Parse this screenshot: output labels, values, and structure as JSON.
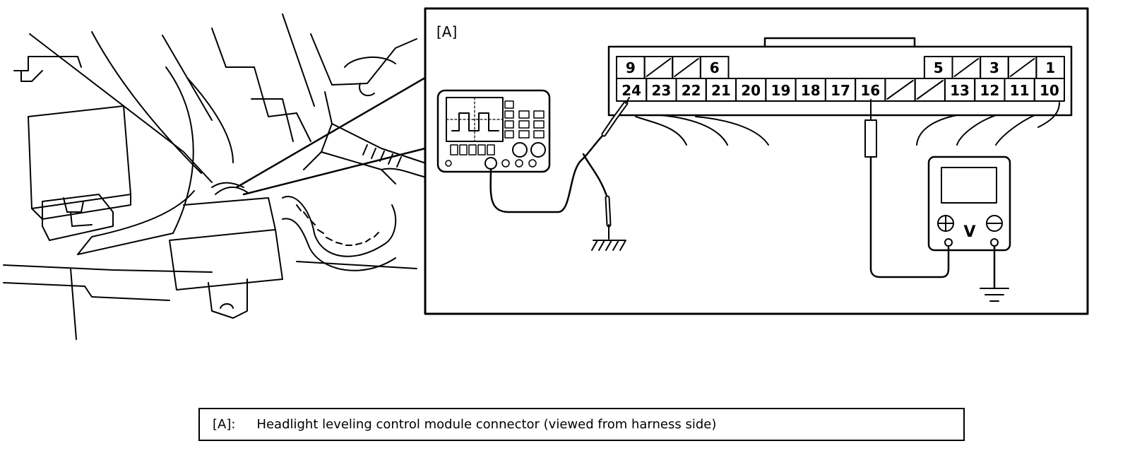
{
  "inset": {
    "tag": "[A]"
  },
  "connector": {
    "top_row": [
      "9",
      "",
      "",
      "6",
      "",
      "",
      "",
      "",
      "",
      "",
      "",
      "5",
      "",
      "3",
      "",
      "1"
    ],
    "bottom_row": [
      "24",
      "23",
      "22",
      "21",
      "20",
      "19",
      "18",
      "17",
      "16",
      "",
      "",
      "13",
      "12",
      "11",
      "10"
    ]
  },
  "voltmeter": {
    "unit": "V"
  },
  "caption": {
    "key": "[A]:",
    "text": "Headlight leveling control module connector (viewed from harness side)"
  }
}
